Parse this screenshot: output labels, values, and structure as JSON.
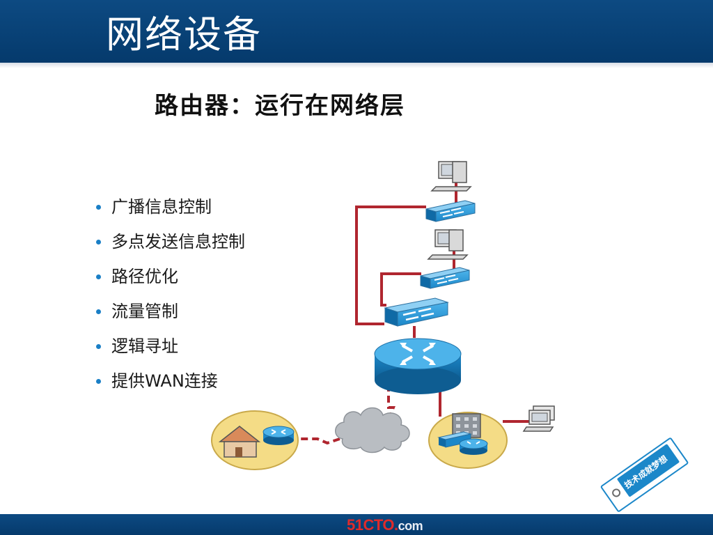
{
  "header": {
    "title": "网络设备"
  },
  "slide": {
    "title": "路由器：运行在网络层"
  },
  "bullets": [
    "广播信息控制",
    "多点发送信息控制",
    "路径优化",
    "流量管制",
    "逻辑寻址",
    "提供WAN连接"
  ],
  "footer": {
    "brand": "51CTO",
    "dot": ".",
    "domain": "com"
  },
  "tag": {
    "text": "技术成就梦想"
  },
  "colors": {
    "header_bg": "#0d4a82",
    "link_red": "#b0262f",
    "device_blue": "#1b87c9",
    "bullet_blue": "#1a7fc6",
    "site_yellow": "#f4dc86",
    "cloud_gray": "#b9bdc2"
  }
}
